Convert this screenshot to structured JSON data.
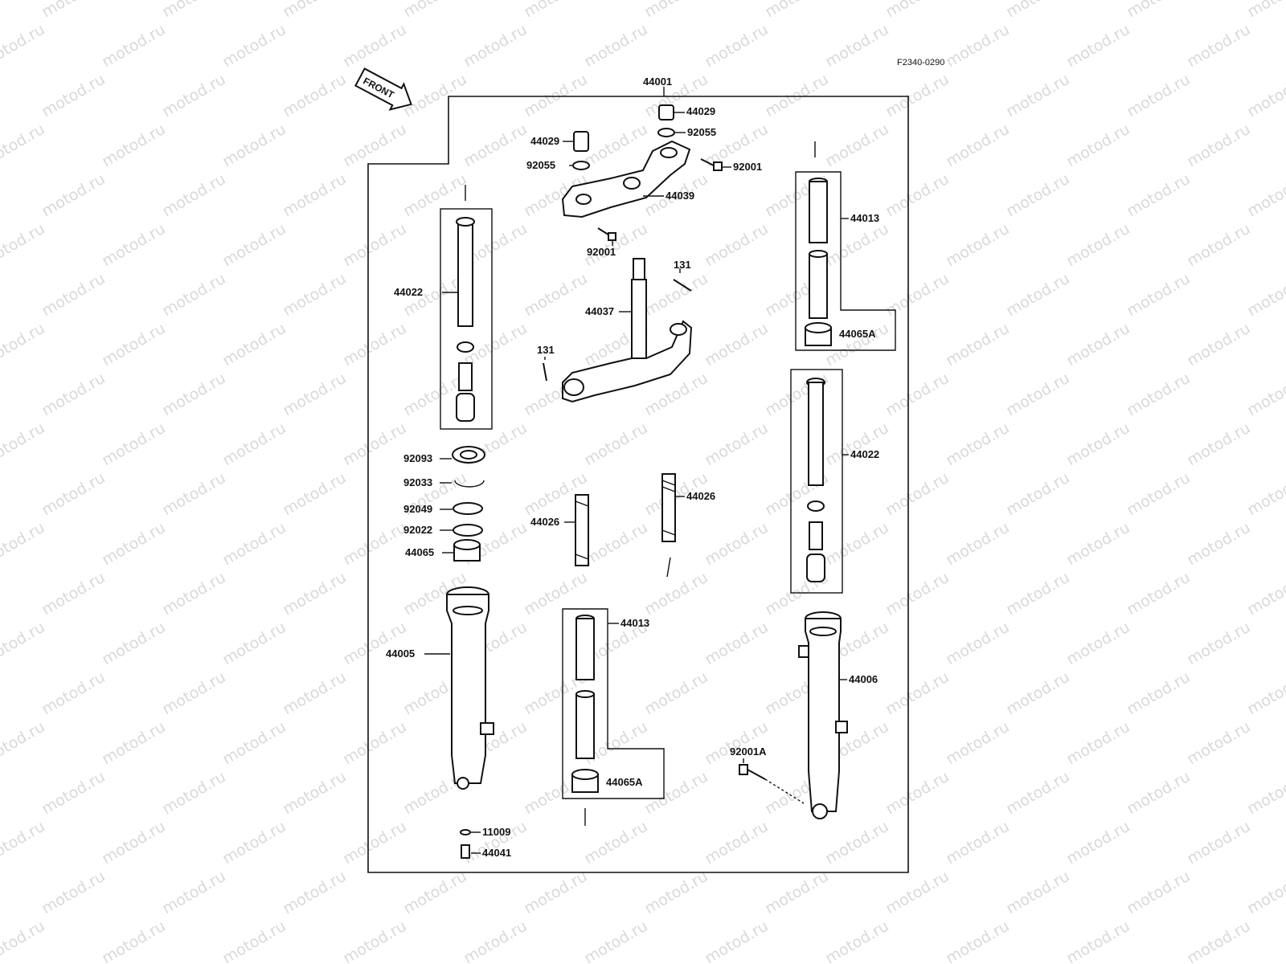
{
  "diagram_code": "F2340-0290",
  "front_arrow_label": "FRONT",
  "watermark_text": "motod.ru",
  "labels": {
    "assembly": "44001",
    "cap_right": "44029",
    "oring_right": "92055",
    "cap_left": "44029",
    "oring_left": "92055",
    "bolt_upper_clamp": "92001",
    "upper_clamp": "44039",
    "bolt_upper_bottom": "92001",
    "bolt_131_upper": "131",
    "stem": "44037",
    "bolt_131_lower": "131",
    "pipe_left": "44022",
    "tube_right": "44013",
    "bushing_right_top": "44065A",
    "pipe_right": "44022",
    "seal": "92093",
    "circlip": "92033",
    "washer": "92049",
    "spacer_washer": "92022",
    "bushing_left": "44065",
    "spring_right": "44026",
    "spring_left": "44026",
    "outer_tube_left": "44005",
    "tube_center": "44013",
    "bushing_center": "44065A",
    "gasket": "11009",
    "bottom_bolt": "44041",
    "outer_tube_right": "44006",
    "axle_bolt": "92001A"
  }
}
